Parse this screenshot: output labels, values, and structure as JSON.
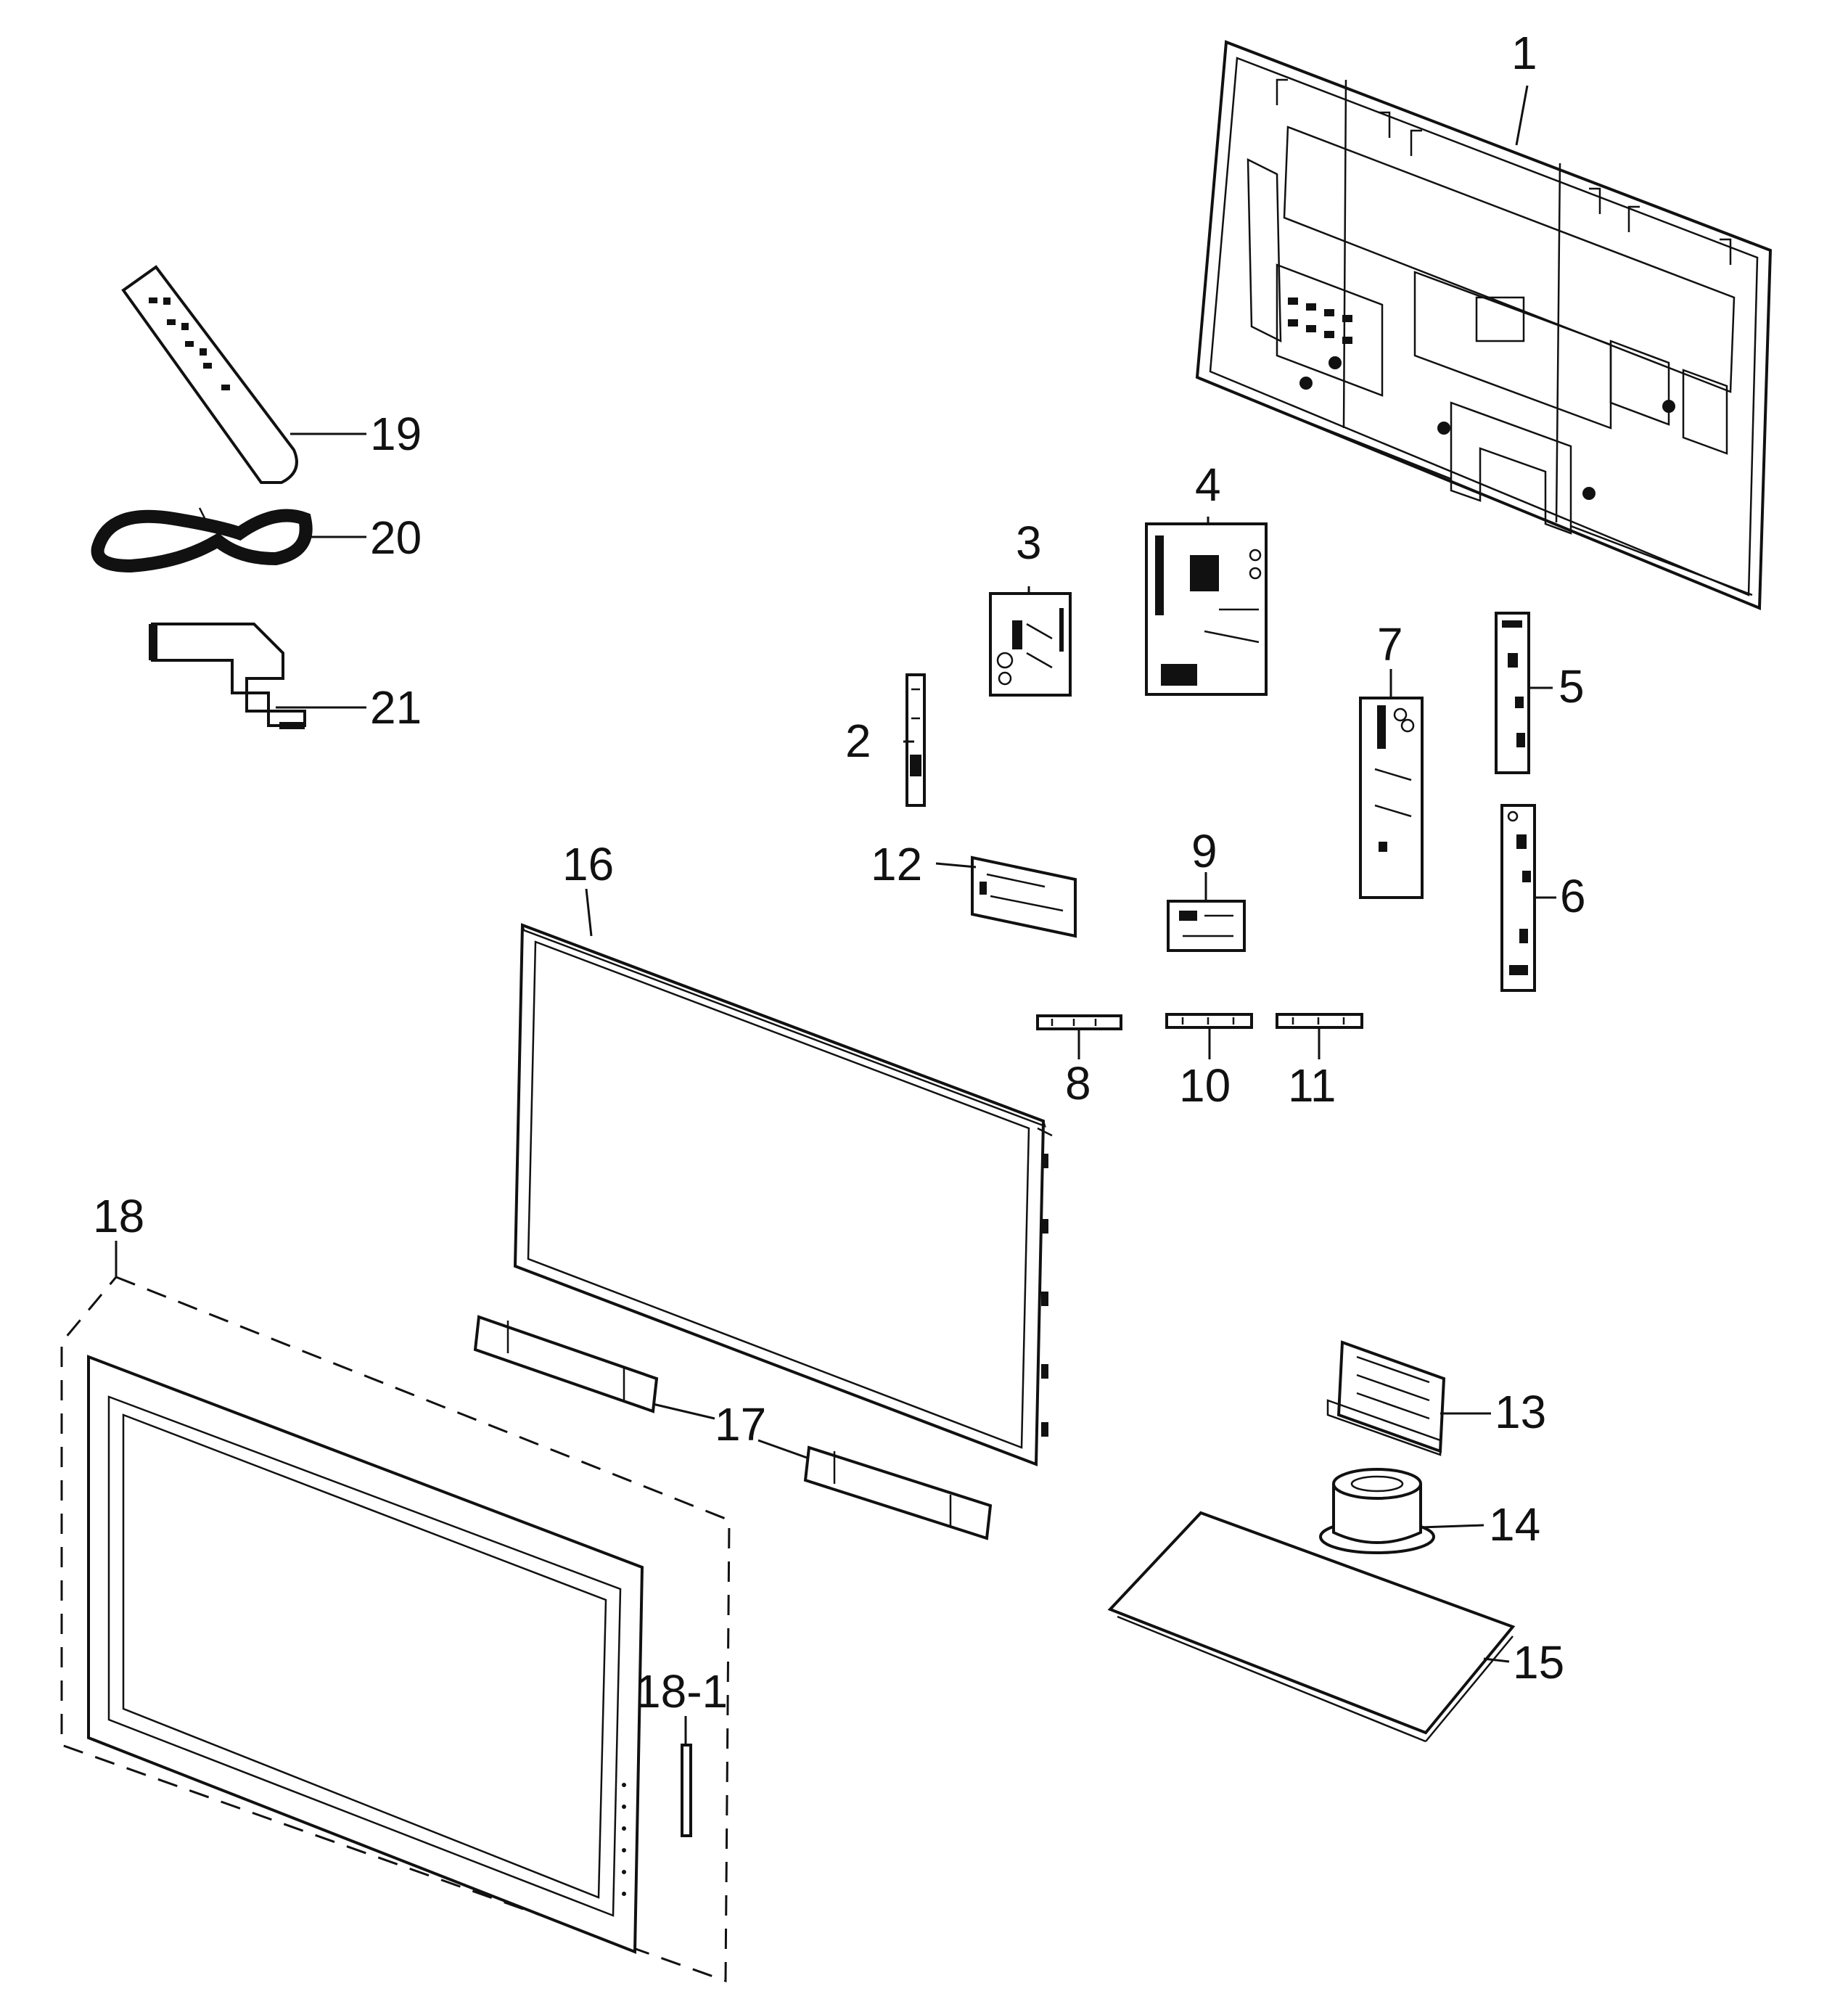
{
  "callouts": {
    "c1": "1",
    "c2": "2",
    "c3": "3",
    "c4": "4",
    "c5": "5",
    "c6": "6",
    "c7": "7",
    "c8": "8",
    "c9": "9",
    "c10": "10",
    "c11": "11",
    "c12": "12",
    "c13": "13",
    "c14": "14",
    "c15": "15",
    "c16": "16",
    "c17": "17",
    "c18": "18",
    "c18_1": "18-1",
    "c19": "19",
    "c20": "20",
    "c21": "21"
  },
  "colors": {
    "ink": "#111111",
    "background": "#ffffff"
  }
}
